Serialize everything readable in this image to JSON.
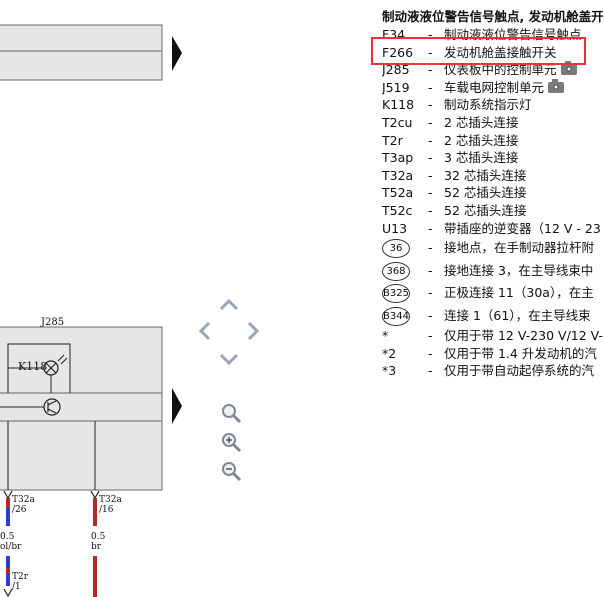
{
  "diagram": {
    "component_j285": "J285",
    "component_k118": "K118",
    "connectors": [
      {
        "code": "T32a",
        "pin": "/26",
        "size": "0.5",
        "color": "ol/br"
      },
      {
        "code": "T32a",
        "pin": "/16",
        "size": "0.5",
        "color": "br"
      }
    ],
    "lower_connector": {
      "code": "T2r",
      "pin": "/1"
    }
  },
  "legend": {
    "title": "制动液液位警告信号触点, 发动机舱盖开",
    "items": [
      {
        "code": "F34",
        "dash": "-",
        "desc": "制动液液位警告信号触点"
      },
      {
        "code": "F266",
        "dash": "-",
        "desc": "发动机舱盖接触开关"
      },
      {
        "code": "J285",
        "dash": "-",
        "desc": "仪表板中的控制单元",
        "icon": "camera-icon"
      },
      {
        "code": "J519",
        "dash": "-",
        "desc": "车载电网控制单元",
        "icon": "camera-icon"
      },
      {
        "code": "K118",
        "dash": "-",
        "desc": "制动系统指示灯"
      },
      {
        "code": "T2cu",
        "dash": "-",
        "desc": "2 芯插头连接"
      },
      {
        "code": "T2r",
        "dash": "-",
        "desc": "2 芯插头连接"
      },
      {
        "code": "T3ap",
        "dash": "-",
        "desc": "3 芯插头连接"
      },
      {
        "code": "T32a",
        "dash": "-",
        "desc": "32 芯插头连接"
      },
      {
        "code": "T52a",
        "dash": "-",
        "desc": "52 芯插头连接"
      },
      {
        "code": "T52c",
        "dash": "-",
        "desc": "52 芯插头连接"
      },
      {
        "code": "U13",
        "dash": "-",
        "desc": "带插座的逆变器（12 V - 23"
      }
    ],
    "ground_items": [
      {
        "code": "36",
        "dash": "-",
        "desc": "接地点，在手制动器拉杆附"
      },
      {
        "code": "368",
        "dash": "-",
        "desc": "接地连接 3，在主导线束中"
      },
      {
        "code": "B325",
        "dash": "-",
        "desc": "正极连接 11（30a），在主"
      },
      {
        "code": "B344",
        "dash": "-",
        "desc": "连接 1（61），在主导线束"
      }
    ],
    "notes": [
      {
        "code": "*",
        "dash": "-",
        "desc": "仅用于带 12 V-230 V/12 V-"
      },
      {
        "code": "*2",
        "dash": "-",
        "desc": "仅用于带 1.4 升发动机的汽"
      },
      {
        "code": "*3",
        "dash": "-",
        "desc": "仅用于带自动起停系统的汽"
      }
    ]
  },
  "navigation": {
    "up_icon": "chevron-up-icon",
    "down_icon": "chevron-down-icon",
    "left_icon": "chevron-left-icon",
    "right_icon": "chevron-right-icon",
    "zoom_icon": "magnifier-icon",
    "zoom_in_icon": "zoom-in-icon",
    "zoom_out_icon": "zoom-out-icon"
  },
  "colors": {
    "highlight": "#e8333a",
    "panel": "#e6e6e6",
    "wire_red": "#b22a2a",
    "wire_blue": "#2b3fd1",
    "nav": "#9aa6b6"
  }
}
